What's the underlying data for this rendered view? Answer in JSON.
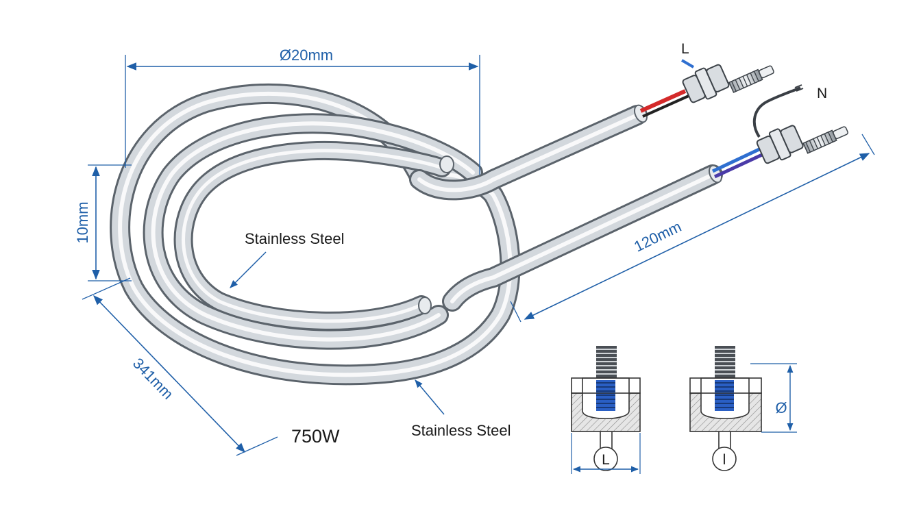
{
  "diagram": {
    "dimensions": {
      "diameter_top": "Ø20mm",
      "height_left": "10mm",
      "length_diagonal_left": "341mm",
      "length_diagonal_right": "120mm",
      "terminal_diameter": "Ø"
    },
    "callouts": {
      "material_inner": "Stainless Steel",
      "material_outer": "Stainless Steel"
    },
    "power": "750W",
    "terminals": {
      "live": "L",
      "neutral": "N",
      "detail_left_label": "L",
      "detail_right_label": "l"
    },
    "colors": {
      "dimension": "#1f5fa8",
      "wire_red": "#d42a2a",
      "wire_blue": "#2f6fd0",
      "wire_purple": "#4a3aa8",
      "wire_black": "#222222",
      "tube_steel": "#c9cfd6",
      "thread_blue": "#2a5fc4"
    },
    "icons": [
      "dimension-arrow-icon",
      "hex-nut-icon",
      "threaded-stud-icon"
    ]
  }
}
